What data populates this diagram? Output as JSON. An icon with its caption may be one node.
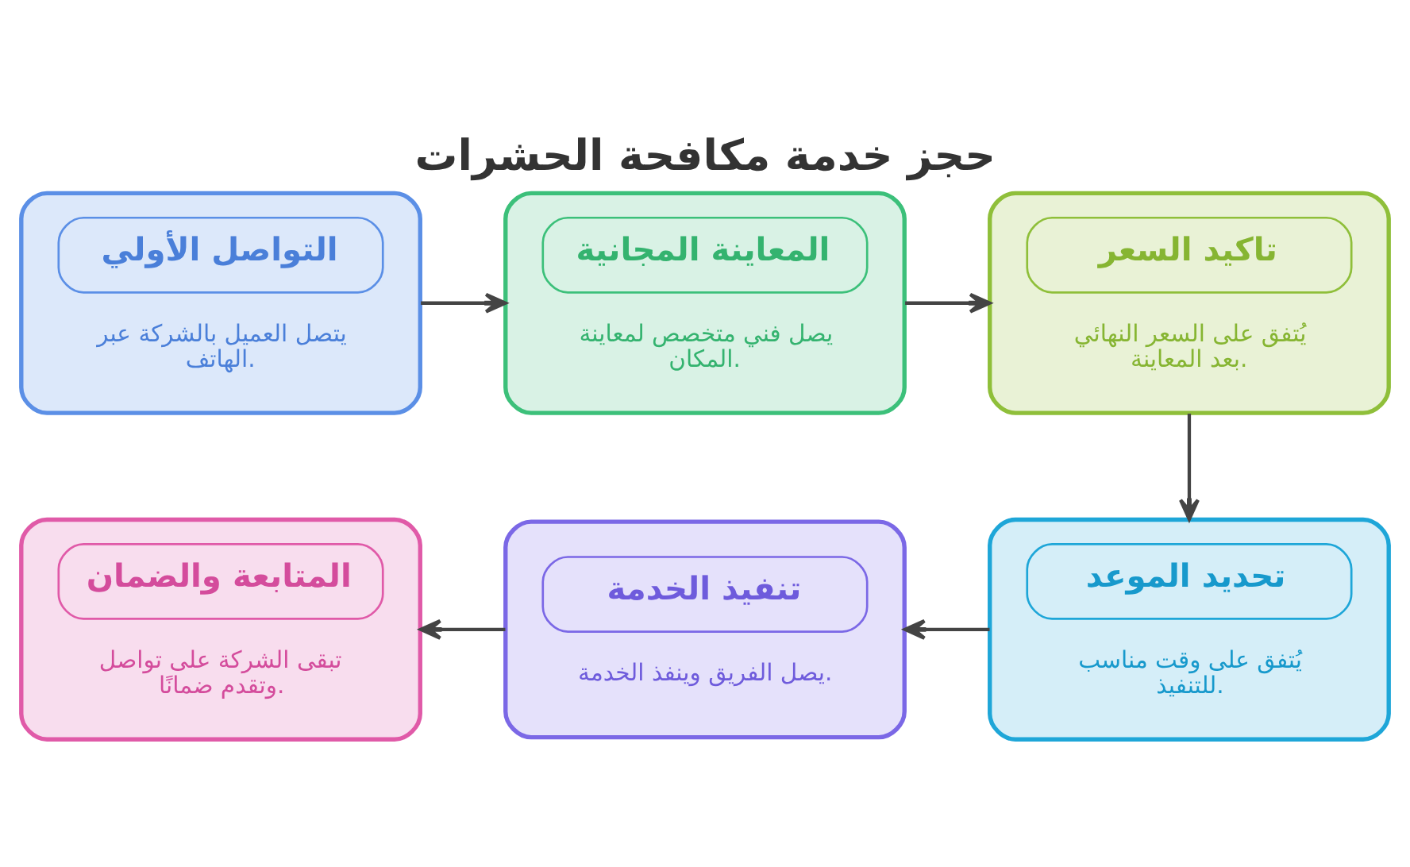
{
  "diagram": {
    "title": "حجز خدمة مكافحة الحشرات",
    "nodes": [
      {
        "text": [
          "التواصل الأولي",
          "يتصل العميل بالشركة عبر الهاتف."
        ]
      },
      {
        "text": [
          "المعاينة المجانية",
          "يصل فني متخصص لمعاينة المكان."
        ]
      },
      {
        "text": [
          "تاكيد السعر",
          "يُتفق على السعر النهائي بعد المعاينة."
        ]
      },
      {
        "text": [
          "تحديد الموعد",
          "يُتفق على وقت مناسب للتنفيذ."
        ]
      },
      {
        "text": [
          "تنفيذ الخدمة",
          "يصل الفريق وينفذ الخدمة."
        ]
      },
      {
        "text": [
          "المتابعة والضمان",
          "تبقى الشركة على تواصل وتقدم ضمانًا."
        ]
      }
    ],
    "edges": [
      {
        "from": 0,
        "to": 1,
        "arrow": "to"
      },
      {
        "from": 1,
        "to": 2,
        "arrow": "to"
      },
      {
        "from": 2,
        "to": 3,
        "arrow": "to"
      },
      {
        "from": 3,
        "to": 4,
        "arrow": "to"
      },
      {
        "from": 4,
        "to": 5,
        "arrow": "to"
      }
    ]
  }
}
